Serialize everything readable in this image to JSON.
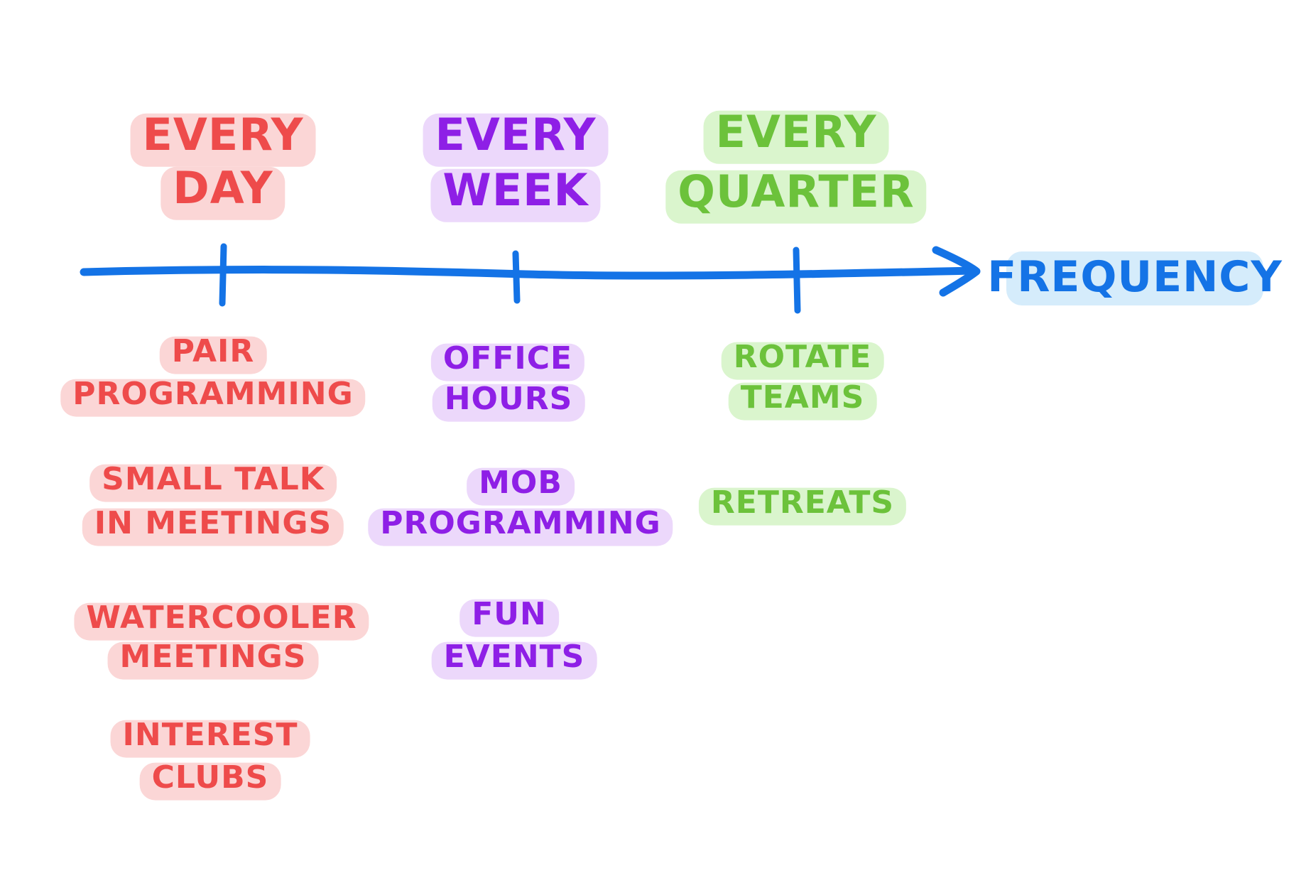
{
  "colors": {
    "red": "#ee4b4b",
    "red_highlight": "#fbd6d6",
    "purple": "#8e1fe6",
    "purple_highlight": "#ecd8fb",
    "green": "#6cc23b",
    "green_highlight": "#daf5cd",
    "blue": "#1473e6",
    "blue_highlight": "#d5ecfb"
  },
  "axis": {
    "label": "FREQUENCY",
    "direction": "right-arrow"
  },
  "columns": [
    {
      "heading": [
        "EVERY",
        "DAY"
      ],
      "color": "red",
      "items": [
        [
          "PAIR",
          "PROGRAMMING"
        ],
        [
          "SMALL TALK",
          "IN MEETINGS"
        ],
        [
          "WATERCOOLER",
          "MEETINGS"
        ],
        [
          "INTEREST",
          "CLUBS"
        ]
      ]
    },
    {
      "heading": [
        "EVERY",
        "WEEK"
      ],
      "color": "purple",
      "items": [
        [
          "OFFICE",
          "HOURS"
        ],
        [
          "MOB",
          "PROGRAMMING"
        ],
        [
          "FUN",
          "EVENTS"
        ]
      ]
    },
    {
      "heading": [
        "EVERY",
        "QUARTER"
      ],
      "color": "green",
      "items": [
        [
          "ROTATE",
          "TEAMS"
        ],
        [
          "RETREATS"
        ]
      ]
    }
  ]
}
